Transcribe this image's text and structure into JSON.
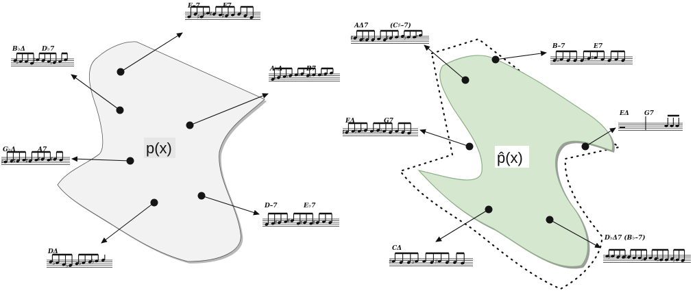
{
  "left_panel": {
    "label": "p(x)",
    "fill": "#f2f2f2",
    "snippets": [
      {
        "id": "s1",
        "chords": [
          "E–7",
          "F7"
        ]
      },
      {
        "id": "s2",
        "chords": [
          "B♭Δ",
          "D♭7"
        ]
      },
      {
        "id": "s3",
        "chords": [
          "A♭Δ",
          "B7"
        ]
      },
      {
        "id": "s4",
        "chords": [
          "G♭Δ",
          "A7"
        ]
      },
      {
        "id": "s5",
        "chords": [
          "D–7",
          "E♭7"
        ]
      },
      {
        "id": "s6",
        "chords": [
          "DΔ"
        ]
      }
    ]
  },
  "right_panel": {
    "label": "p̂(x)",
    "fill": "#d5e8cf",
    "stroke": "#8cae86",
    "snippets": [
      {
        "id": "r1",
        "chords": [
          "AΔ7",
          "(C♯–7)"
        ]
      },
      {
        "id": "r2",
        "chords": [
          "B–7",
          "E7"
        ]
      },
      {
        "id": "r3",
        "chords": [
          "EΔ",
          "G7"
        ]
      },
      {
        "id": "r4",
        "chords": [
          "EΔ",
          "G7"
        ]
      },
      {
        "id": "r5",
        "chords": [
          "CΔ"
        ]
      },
      {
        "id": "r6",
        "chords": [
          "D♭Δ7 (B♭–7)"
        ]
      }
    ]
  }
}
